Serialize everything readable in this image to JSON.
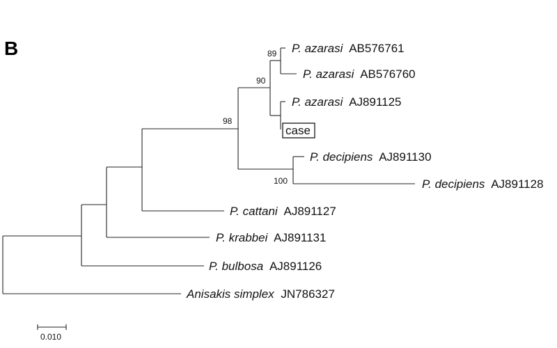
{
  "panel_label": "B",
  "taxa": {
    "t1": {
      "species": "P. azarasi",
      "accession": "AB576761"
    },
    "t2": {
      "species": "P. azarasi",
      "accession": "AB576760"
    },
    "t3": {
      "species": "P. azarasi",
      "accession": "AJ891125"
    },
    "t4": {
      "species": "",
      "accession": "case"
    },
    "t5": {
      "species": "P. decipiens",
      "accession": "AJ891130"
    },
    "t6": {
      "species": "P. decipiens",
      "accession": "AJ891128"
    },
    "t7": {
      "species": "P. cattani",
      "accession": "AJ891127"
    },
    "t8": {
      "species": "P. krabbei",
      "accession": "AJ891131"
    },
    "t9": {
      "species": "P. bulbosa",
      "accession": "AJ891126"
    },
    "t10": {
      "species": "Anisakis simplex",
      "accession": "JN786327"
    }
  },
  "bootstrap": {
    "b89": "89",
    "b90": "90",
    "b98": "98",
    "b100": "100"
  },
  "scale_bar": {
    "label": "0.010"
  }
}
